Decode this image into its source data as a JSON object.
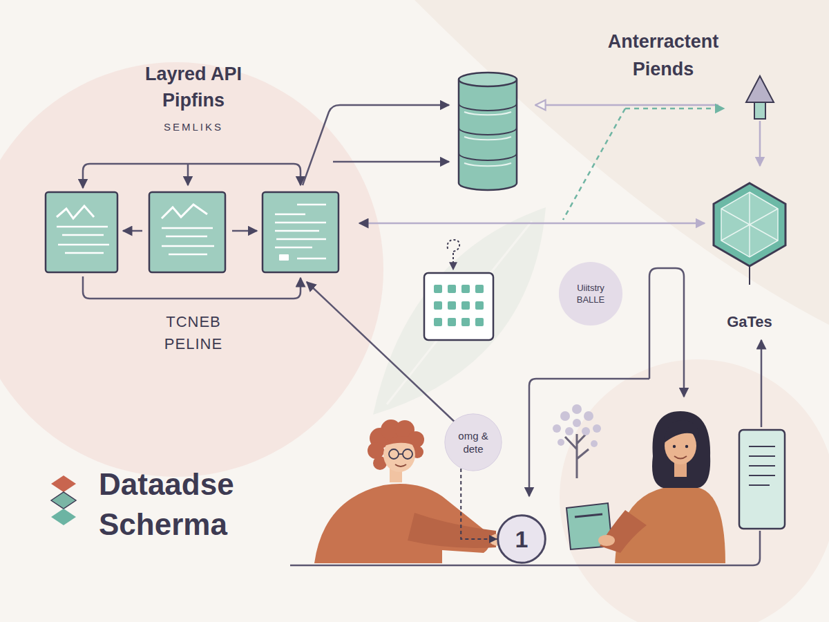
{
  "diagram": {
    "title": "Dataadse Scherma",
    "nodes": [
      {
        "text": [
          "Uiitstry BALLE"
        ]
      },
      {
        "text": [
          "omg & dete"
        ]
      },
      {
        "text": [
          "1"
        ]
      }
    ],
    "edges": [
      {
        "from": 1,
        "to": 2,
        "arrow": "to"
      }
    ],
    "labels": [
      "Layred API Pipfins",
      "SEMLIKS",
      "Anterractent Piends",
      "TCNEB PELINE",
      "GaTes"
    ]
  }
}
